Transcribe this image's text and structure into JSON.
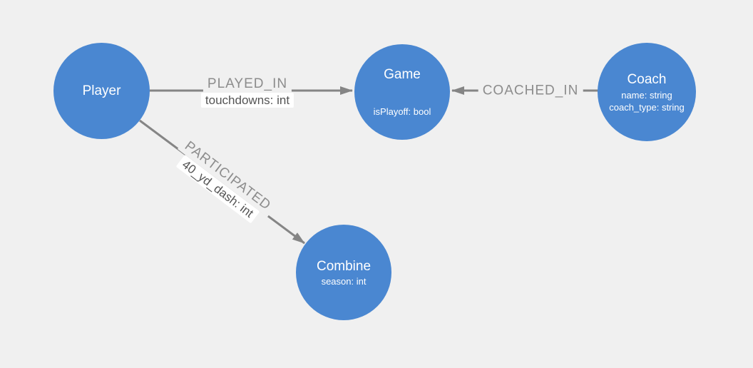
{
  "graph": {
    "colors": {
      "background": "#f0f0f0",
      "node_fill": "#4a87d1",
      "node_text": "#ffffff",
      "edge_line": "#858585",
      "edge_label_text": "#8c8c8c",
      "edge_property_text": "#545454",
      "edge_property_bg": "#ffffff"
    },
    "nodes": [
      {
        "label": "Player",
        "props": []
      },
      {
        "label": "Game",
        "props": [
          "isPlayoff: bool"
        ]
      },
      {
        "label": "Coach",
        "props": [
          "name: string",
          "coach_type: string"
        ]
      },
      {
        "label": "Combine",
        "props": [
          "season: int"
        ]
      }
    ],
    "edges": [
      {
        "label": "PLAYED_IN",
        "property": "touchdowns: int",
        "from": "Player",
        "to": "Game"
      },
      {
        "label": "COACHED_IN",
        "property": "",
        "from": "Coach",
        "to": "Game"
      },
      {
        "label": "PARTICIPATED",
        "property": "40_yd_dash: int",
        "from": "Player",
        "to": "Combine"
      }
    ]
  }
}
